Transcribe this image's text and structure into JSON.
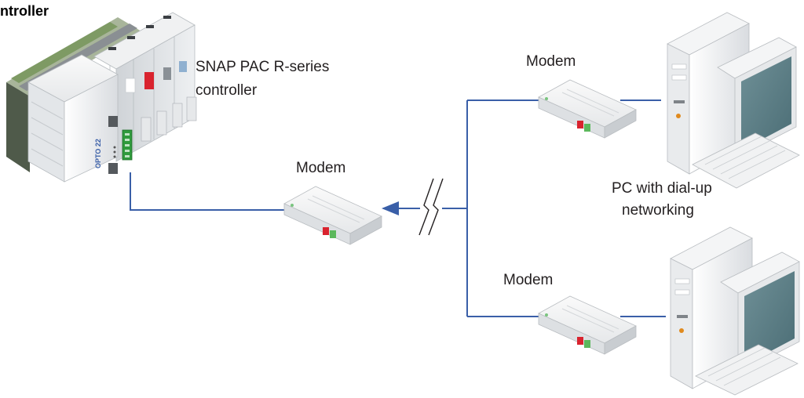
{
  "heading": "ntroller",
  "labels": {
    "controller_line1": "SNAP PAC R-series",
    "controller_line2": "controller",
    "modem_center": "Modem",
    "modem_top": "Modem",
    "modem_bottom": "Modem",
    "pc_line1": "PC with dial-up",
    "pc_line2": "networking"
  },
  "device_badge": "OPTO 22",
  "colors": {
    "line": "#3a5fa8",
    "arrow": "#3a5fa8",
    "text": "#231f20",
    "led_red": "#d9232e",
    "led_green": "#5cb85c",
    "monitor_screen": "#5d7f86",
    "controller_green": "#2f9a3c"
  }
}
